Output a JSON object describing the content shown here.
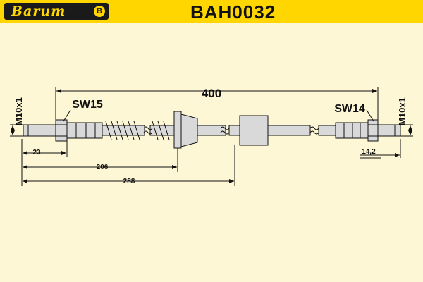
{
  "header": {
    "brand": "Barum",
    "brand_badge": "B",
    "part_number": "BAH0032"
  },
  "dimensions": {
    "total_length": "400",
    "left_thread": "M10x1",
    "right_thread": "M10x1",
    "left_wrench_size": "SW15",
    "right_wrench_size": "SW14",
    "dim_23": "23",
    "dim_206": "206",
    "dim_288": "288",
    "dim_14_2": "14,2"
  },
  "colors": {
    "background": "#fdf7d6",
    "header": "#ffd600",
    "line": "#111111",
    "part_fill": "#d9d9d9"
  }
}
